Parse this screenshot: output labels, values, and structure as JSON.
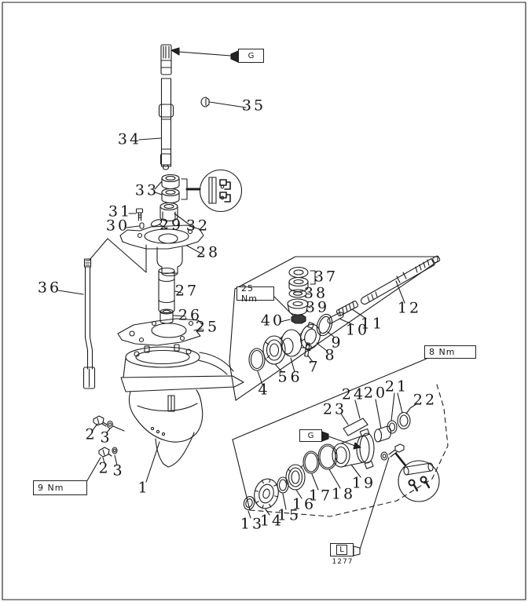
{
  "labels": {
    "p1": "1",
    "p2": "2",
    "p3": "3",
    "p4": "4",
    "p5": "5",
    "p6": "6",
    "p7": "7",
    "p8": "8",
    "p9": "9",
    "p10": "10",
    "p11": "11",
    "p12": "12",
    "p13": "13",
    "p14": "14",
    "p15": "15",
    "p16": "16",
    "p17": "17",
    "p18": "18",
    "p19": "19",
    "p20": "20",
    "p21": "21",
    "p22": "22",
    "p23": "23",
    "p24": "24",
    "p25": "25",
    "p26": "26",
    "p27": "27",
    "p28": "28",
    "p29": "29",
    "p30": "30",
    "p31": "31",
    "p32": "32",
    "p33": "33",
    "p34": "34",
    "p35": "35",
    "p36": "36",
    "p37": "37",
    "p38": "38",
    "p39": "39",
    "p40": "40"
  },
  "callouts": {
    "torque_25nm": "25 Nm",
    "torque_8nm": "8 Nm",
    "torque_9nm": "9 Nm",
    "grease_marker": "G",
    "oil_marker": "L",
    "figure_code": "1277"
  }
}
